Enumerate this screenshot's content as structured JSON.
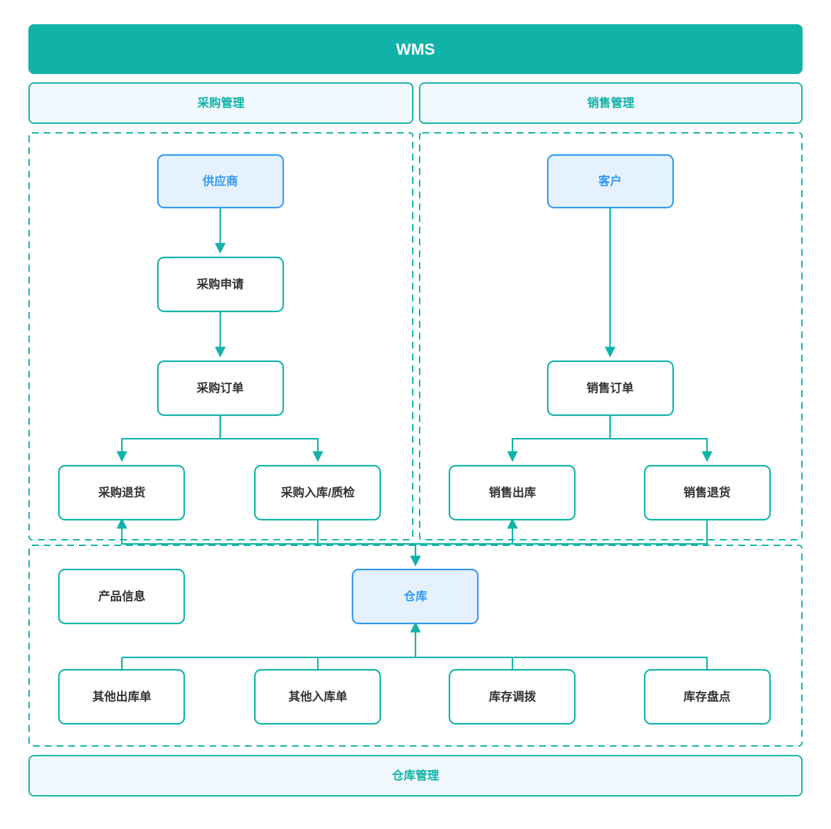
{
  "title": "WMS",
  "colors": {
    "teal": "#11b3a8",
    "teal_dark": "#0fa89d",
    "blue": "#3399f3",
    "blue_fill": "#e5f2fd",
    "header_fill": "#f2f9fe",
    "white": "#ffffff",
    "text_dark": "#333333",
    "text_white": "#ffffff"
  },
  "header": {
    "label": "WMS"
  },
  "section_headers": [
    {
      "id": "purchase-header",
      "label": "采购管理"
    },
    {
      "id": "sales-header",
      "label": "销售管理"
    }
  ],
  "footer": {
    "label": "仓库管理"
  },
  "groups": [
    {
      "id": "purchase-group",
      "label": "采购管理"
    },
    {
      "id": "sales-group",
      "label": "销售管理"
    },
    {
      "id": "warehouse-group",
      "label": "仓库管理"
    }
  ],
  "nodes": [
    {
      "id": "supplier",
      "label": "供应商",
      "style": "accent"
    },
    {
      "id": "purchase-request",
      "label": "采购申请",
      "style": "plain"
    },
    {
      "id": "purchase-order",
      "label": "采购订单",
      "style": "plain"
    },
    {
      "id": "purchase-return",
      "label": "采购退货",
      "style": "plain"
    },
    {
      "id": "purchase-inbound-qc",
      "label": "采购入库/质检",
      "style": "plain"
    },
    {
      "id": "customer",
      "label": "客户",
      "style": "accent"
    },
    {
      "id": "sales-order",
      "label": "销售订单",
      "style": "plain"
    },
    {
      "id": "sales-outbound",
      "label": "销售出库",
      "style": "plain"
    },
    {
      "id": "sales-return",
      "label": "销售退货",
      "style": "plain"
    },
    {
      "id": "product-info",
      "label": "产品信息",
      "style": "plain"
    },
    {
      "id": "warehouse",
      "label": "仓库",
      "style": "accent"
    },
    {
      "id": "other-outbound",
      "label": "其他出库单",
      "style": "plain"
    },
    {
      "id": "other-inbound",
      "label": "其他入库单",
      "style": "plain"
    },
    {
      "id": "stock-transfer",
      "label": "库存调拨",
      "style": "plain"
    },
    {
      "id": "stock-count",
      "label": "库存盘点",
      "style": "plain"
    }
  ],
  "edges": [
    {
      "from": "supplier",
      "to": "purchase-request"
    },
    {
      "from": "purchase-request",
      "to": "purchase-order"
    },
    {
      "from": "purchase-order",
      "to": "purchase-return"
    },
    {
      "from": "purchase-order",
      "to": "purchase-inbound-qc"
    },
    {
      "from": "customer",
      "to": "sales-order"
    },
    {
      "from": "sales-order",
      "to": "sales-outbound"
    },
    {
      "from": "sales-order",
      "to": "sales-return"
    },
    {
      "from": "purchase-inbound-qc",
      "to": "warehouse"
    },
    {
      "from": "sales-return",
      "to": "warehouse"
    },
    {
      "from": "warehouse",
      "to": "purchase-return"
    },
    {
      "from": "warehouse",
      "to": "sales-outbound"
    },
    {
      "from": "warehouse",
      "to": "other-outbound"
    },
    {
      "from": "other-inbound",
      "to": "warehouse"
    },
    {
      "from": "stock-transfer",
      "to": "warehouse"
    },
    {
      "from": "stock-count",
      "to": "warehouse"
    }
  ]
}
